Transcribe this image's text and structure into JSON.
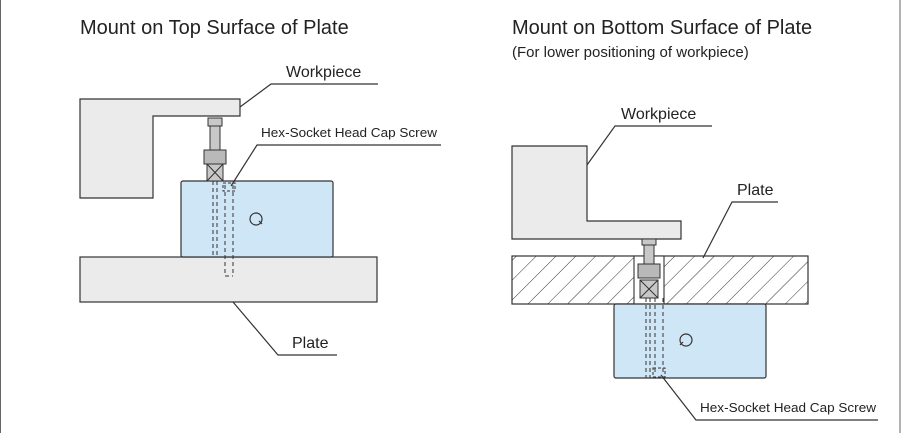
{
  "left_panel": {
    "title": "Mount on Top Surface of Plate",
    "labels": {
      "workpiece": "Workpiece",
      "screw": "Hex-Socket Head Cap Screw",
      "plate": "Plate"
    }
  },
  "right_panel": {
    "title": "Mount on Bottom Surface of Plate",
    "subtitle": "(For lower positioning of workpiece)",
    "labels": {
      "workpiece": "Workpiece",
      "plate": "Plate",
      "screw": "Hex-Socket Head Cap Screw"
    }
  },
  "colors": {
    "block_fill": "#cfe6f6",
    "part_fill": "#ebebeb",
    "line": "#333333"
  }
}
